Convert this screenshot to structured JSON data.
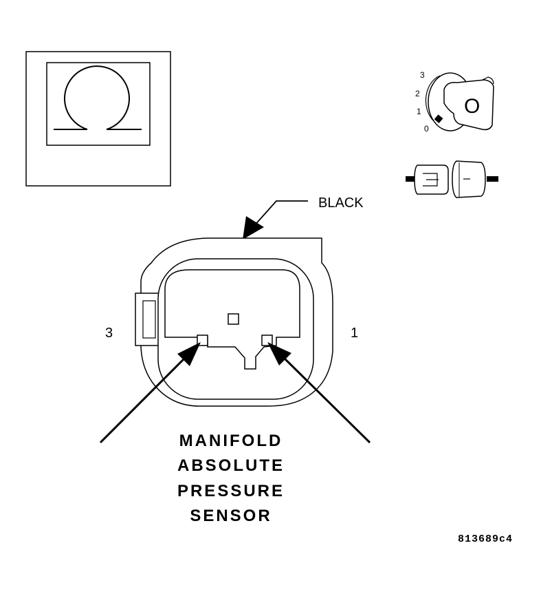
{
  "meter_icon": {
    "symbol": "ohm-icon",
    "glyph": "Ω"
  },
  "ignition": {
    "positions": [
      "3",
      "2",
      "1",
      "0"
    ],
    "key_letter": "O"
  },
  "connector": {
    "color_label": "BLACK",
    "pin_left": "3",
    "pin_right": "1"
  },
  "title_lines": [
    "MANIFOLD",
    "ABSOLUTE",
    "PRESSURE",
    "SENSOR"
  ],
  "figure_id": "813689c4"
}
